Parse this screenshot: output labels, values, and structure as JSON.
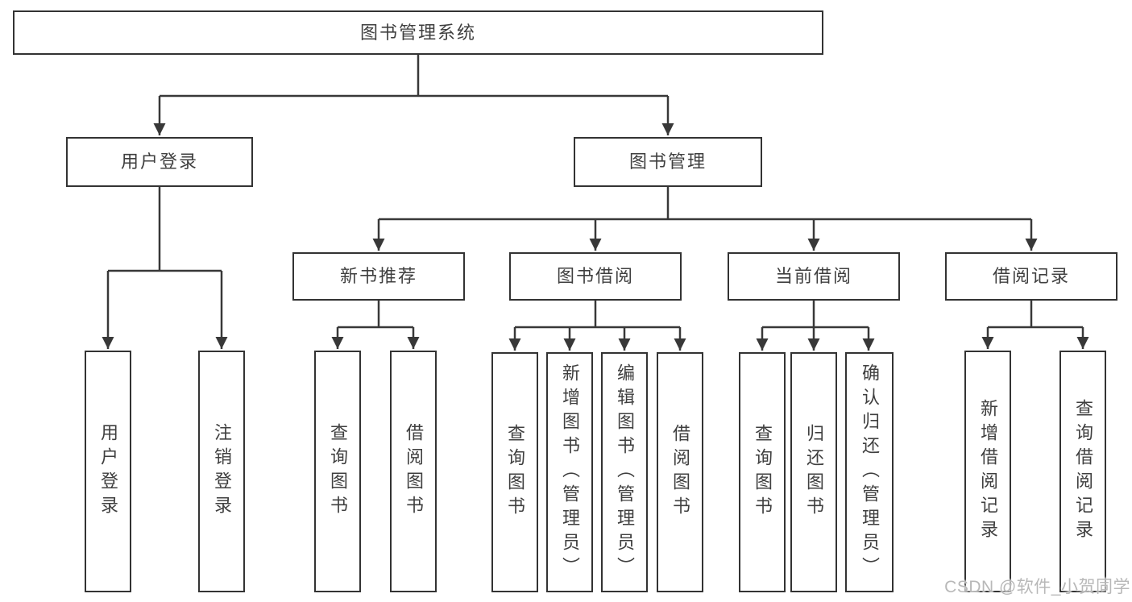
{
  "title": {
    "label": "图书管理系统"
  },
  "branches": {
    "user_login": {
      "label": "用户登录",
      "children": [
        {
          "label": "用户登录"
        },
        {
          "label": "注销登录"
        }
      ]
    },
    "book_mgmt": {
      "label": "图书管理",
      "modules": {
        "new_book_rec": {
          "label": "新书推荐",
          "children": [
            {
              "label": "查询图书"
            },
            {
              "label": "借阅图书"
            }
          ]
        },
        "book_borrow": {
          "label": "图书借阅",
          "children": [
            {
              "label": "查询图书"
            },
            {
              "label": "新增图书（管理员）"
            },
            {
              "label": "编辑图书（管理员）"
            },
            {
              "label": "借阅图书"
            }
          ]
        },
        "current_borrow": {
          "label": "当前借阅",
          "children": [
            {
              "label": "查询图书"
            },
            {
              "label": "归还图书"
            },
            {
              "label": "确认归还（管理员）"
            }
          ]
        },
        "borrow_records": {
          "label": "借阅记录",
          "children": [
            {
              "label": "新增借阅记录"
            },
            {
              "label": "查询借阅记录"
            }
          ]
        }
      }
    }
  },
  "watermark": {
    "text": "CSDN @软件_小贺同学"
  },
  "colors": {
    "line": "#383838",
    "box_border": "#333333",
    "text": "#3f3f3f",
    "watermark": "#b8b8b8",
    "background": "#ffffff"
  }
}
